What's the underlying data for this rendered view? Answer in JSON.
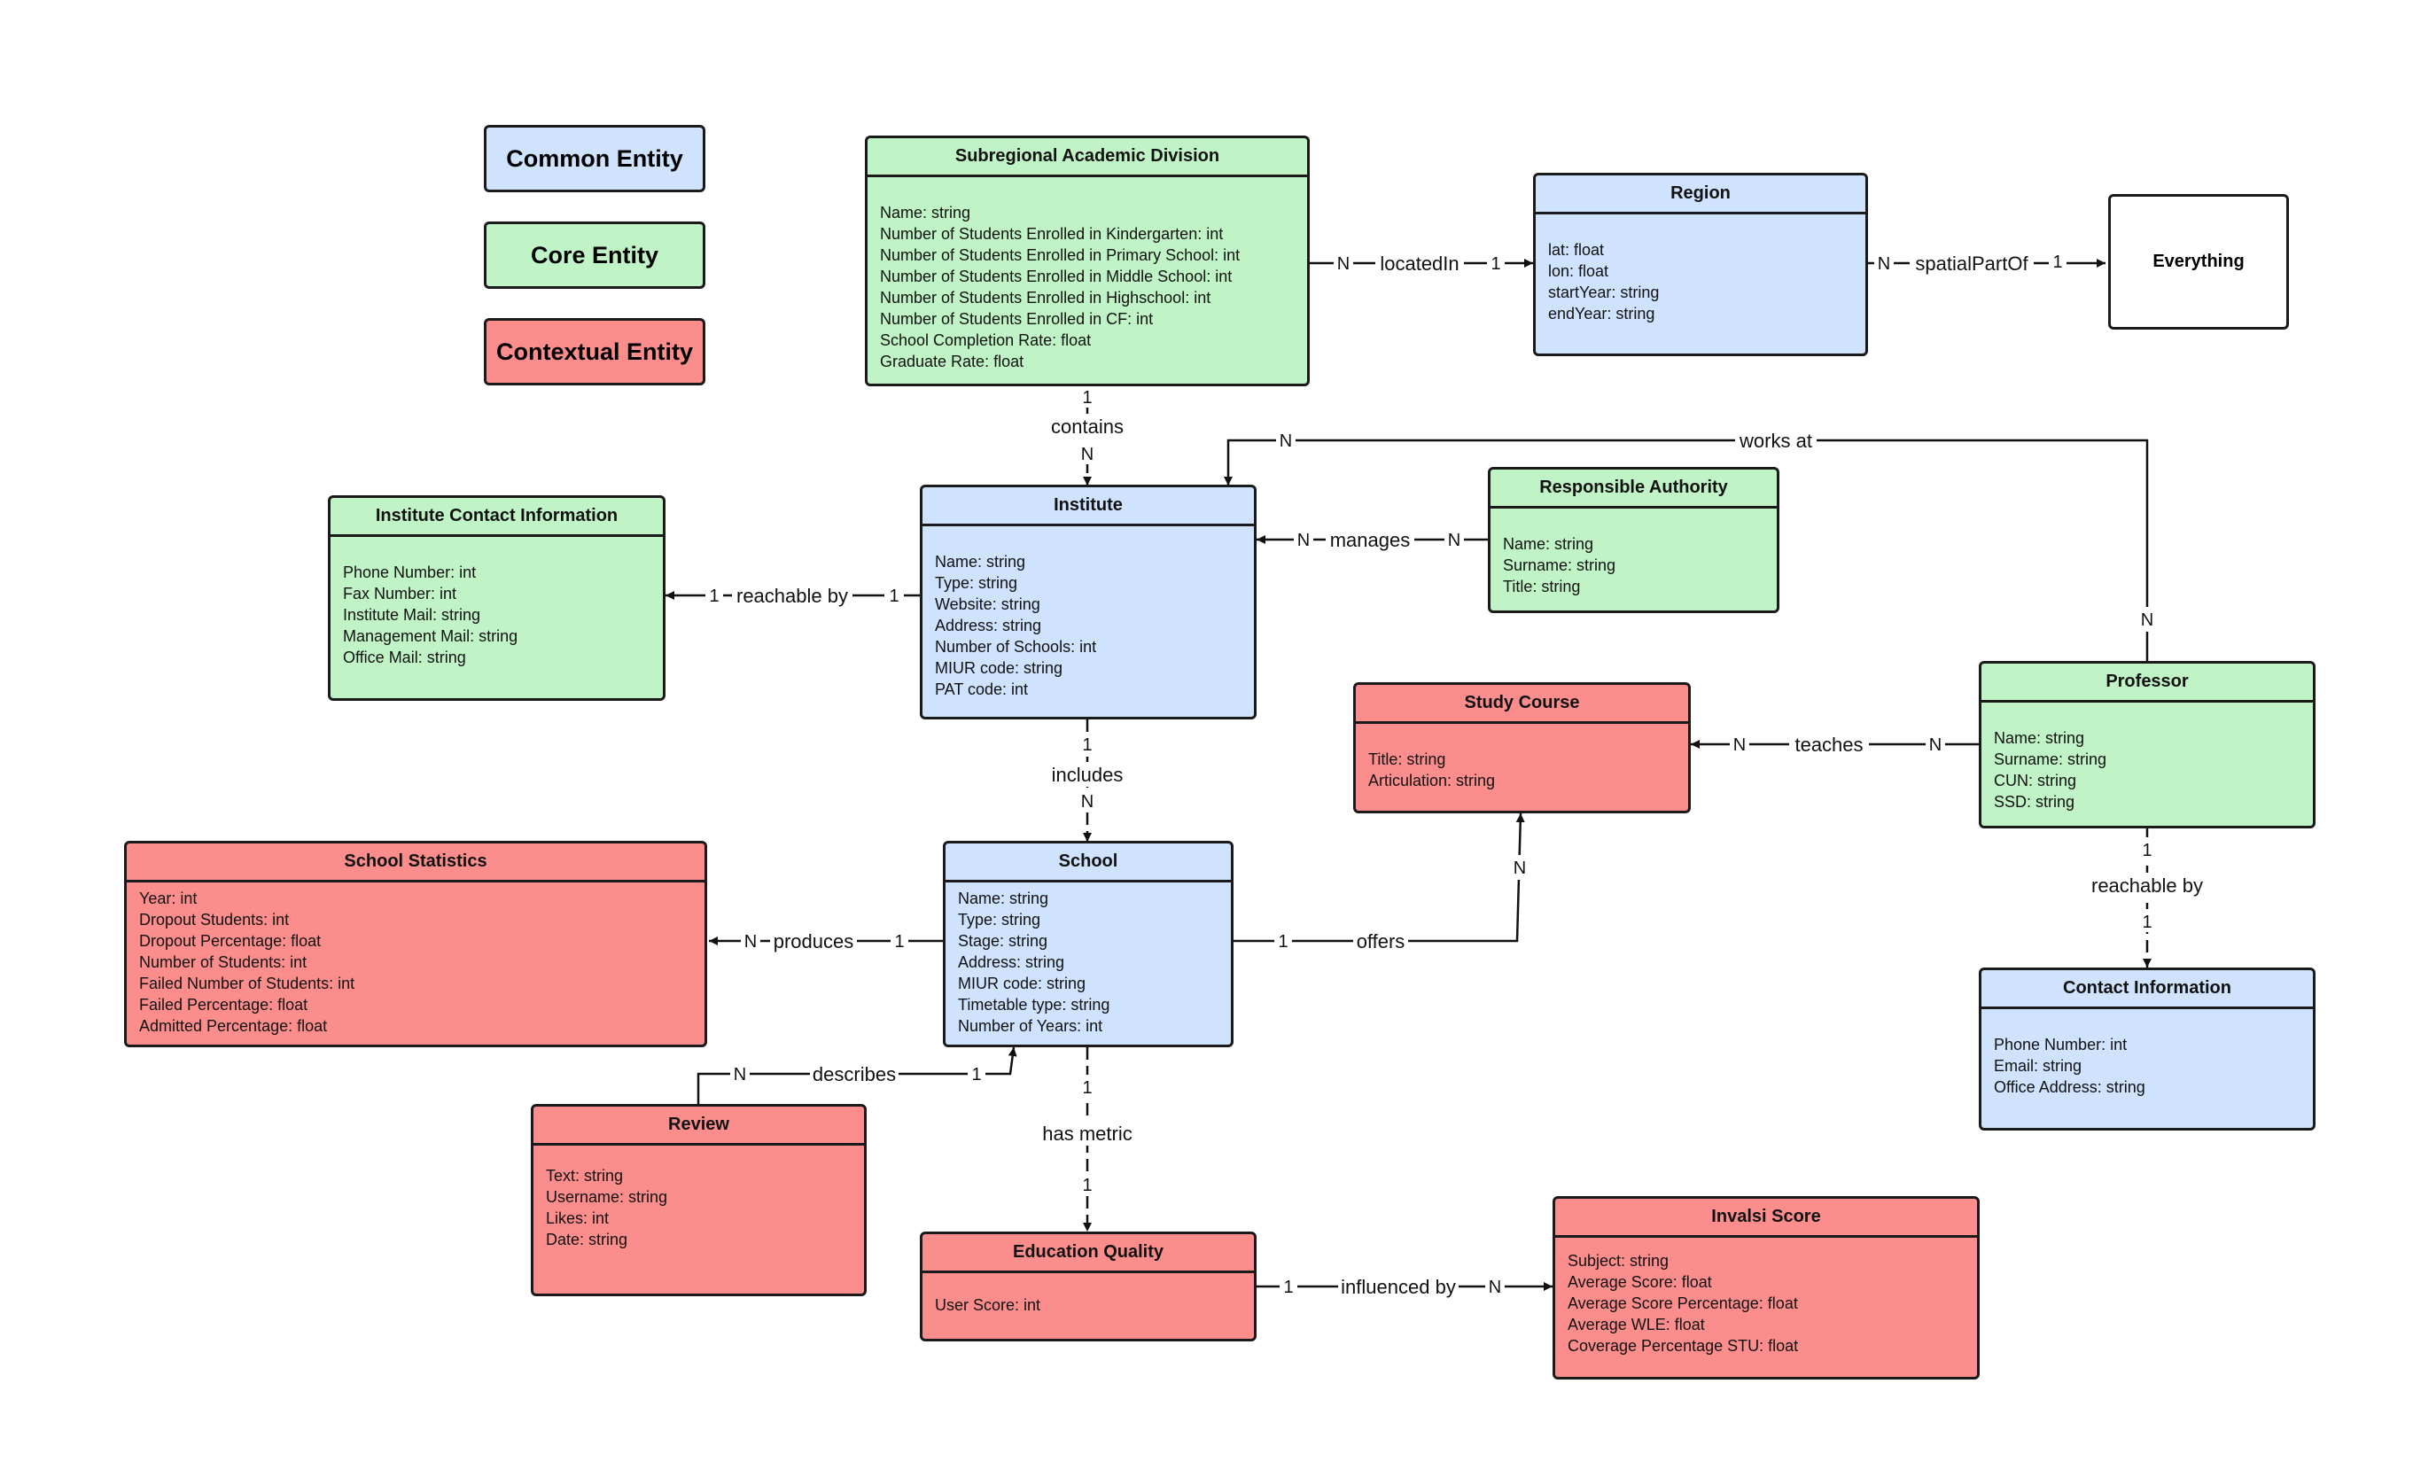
{
  "legend": {
    "common": "Common Entity",
    "core": "Core Entity",
    "contextual": "Contextual Entity"
  },
  "colors": {
    "common": "#cfe2fe",
    "core": "#c0f4c6",
    "contextual": "#fb8d8d",
    "border": "#1a1a1a"
  },
  "entities": {
    "subregional": {
      "title": "Subregional Academic Division",
      "attrs": [
        "Name: string",
        "Number of Students Enrolled in Kindergarten: int",
        "Number of Students Enrolled in Primary School: int",
        "Number of Students Enrolled in Middle School: int",
        "Number of Students Enrolled in Highschool: int",
        "Number of Students Enrolled in CF: int",
        "School Completion Rate: float",
        "Graduate Rate: float"
      ]
    },
    "region": {
      "title": "Region",
      "attrs": [
        "lat: float",
        "lon: float",
        "startYear: string",
        "endYear: string"
      ]
    },
    "everything": {
      "title": "Everything"
    },
    "institute_contact": {
      "title": "Institute Contact Information",
      "attrs": [
        "Phone Number: int",
        "Fax Number: int",
        "Institute Mail: string",
        "Management Mail: string",
        "Office Mail: string"
      ]
    },
    "institute": {
      "title": "Institute",
      "attrs": [
        "Name: string",
        "Type: string",
        "Website: string",
        "Address: string",
        "Number of Schools: int",
        "MIUR code: string",
        "PAT code: int"
      ]
    },
    "responsible": {
      "title": "Responsible Authority",
      "attrs": [
        "Name: string",
        "Surname: string",
        "Title: string"
      ]
    },
    "study_course": {
      "title": "Study Course",
      "attrs": [
        "Title: string",
        "Articulation: string"
      ]
    },
    "professor": {
      "title": "Professor",
      "attrs": [
        "Name: string",
        "Surname: string",
        "CUN: string",
        "SSD: string"
      ]
    },
    "school_stats": {
      "title": "School Statistics",
      "attrs": [
        "Year: int",
        "Dropout Students: int",
        "Dropout Percentage: float",
        "Number of Students: int",
        "Failed Number of Students: int",
        "Failed Percentage: float",
        "Admitted Percentage: float"
      ]
    },
    "school": {
      "title": "School",
      "attrs": [
        "Name: string",
        "Type: string",
        "Stage: string",
        "Address: string",
        "MIUR code: string",
        "Timetable type: string",
        "Number of Years: int"
      ]
    },
    "contact_info": {
      "title": "Contact Information",
      "attrs": [
        "Phone Number: int",
        "Email: string",
        "Office Address: string"
      ]
    },
    "review": {
      "title": "Review",
      "attrs": [
        "Text: string",
        "Username: string",
        "Likes: int",
        "Date: string"
      ]
    },
    "education_quality": {
      "title": "Education Quality",
      "attrs": [
        "User Score: int"
      ]
    },
    "invalsi": {
      "title": "Invalsi Score",
      "attrs": [
        "Subject: string",
        "Average Score: float",
        "Average Score Percentage: float",
        "Average WLE: float",
        "Coverage Percentage STU: float"
      ]
    }
  },
  "relations": {
    "located_in": {
      "label": "locatedIn",
      "from_card": "N",
      "to_card": "1"
    },
    "spatial_part_of": {
      "label": "spatialPartOf",
      "from_card": "N",
      "to_card": "1"
    },
    "contains": {
      "label": "contains",
      "from_card": "1",
      "to_card": "N"
    },
    "works_at": {
      "label": "works at",
      "from_card": "N",
      "to_card": "N"
    },
    "manages": {
      "label": "manages",
      "from_card": "N",
      "to_card": "N"
    },
    "reachable_by_inst": {
      "label": "reachable by",
      "from_card": "1",
      "to_card": "1"
    },
    "includes": {
      "label": "includes",
      "from_card": "1",
      "to_card": "N"
    },
    "teaches": {
      "label": "teaches",
      "from_card": "N",
      "to_card": "N"
    },
    "reachable_by_prof": {
      "label": "reachable by",
      "from_card": "1",
      "to_card": "1"
    },
    "produces": {
      "label": "produces",
      "from_card": "1",
      "to_card": "N"
    },
    "offers": {
      "label": "offers",
      "from_card": "1",
      "to_card": "N"
    },
    "describes": {
      "label": "describes",
      "from_card": "N",
      "to_card": "1"
    },
    "has_metric": {
      "label": "has metric",
      "from_card": "1",
      "to_card": "1"
    },
    "influenced_by": {
      "label": "influenced by",
      "from_card": "1",
      "to_card": "N"
    }
  }
}
